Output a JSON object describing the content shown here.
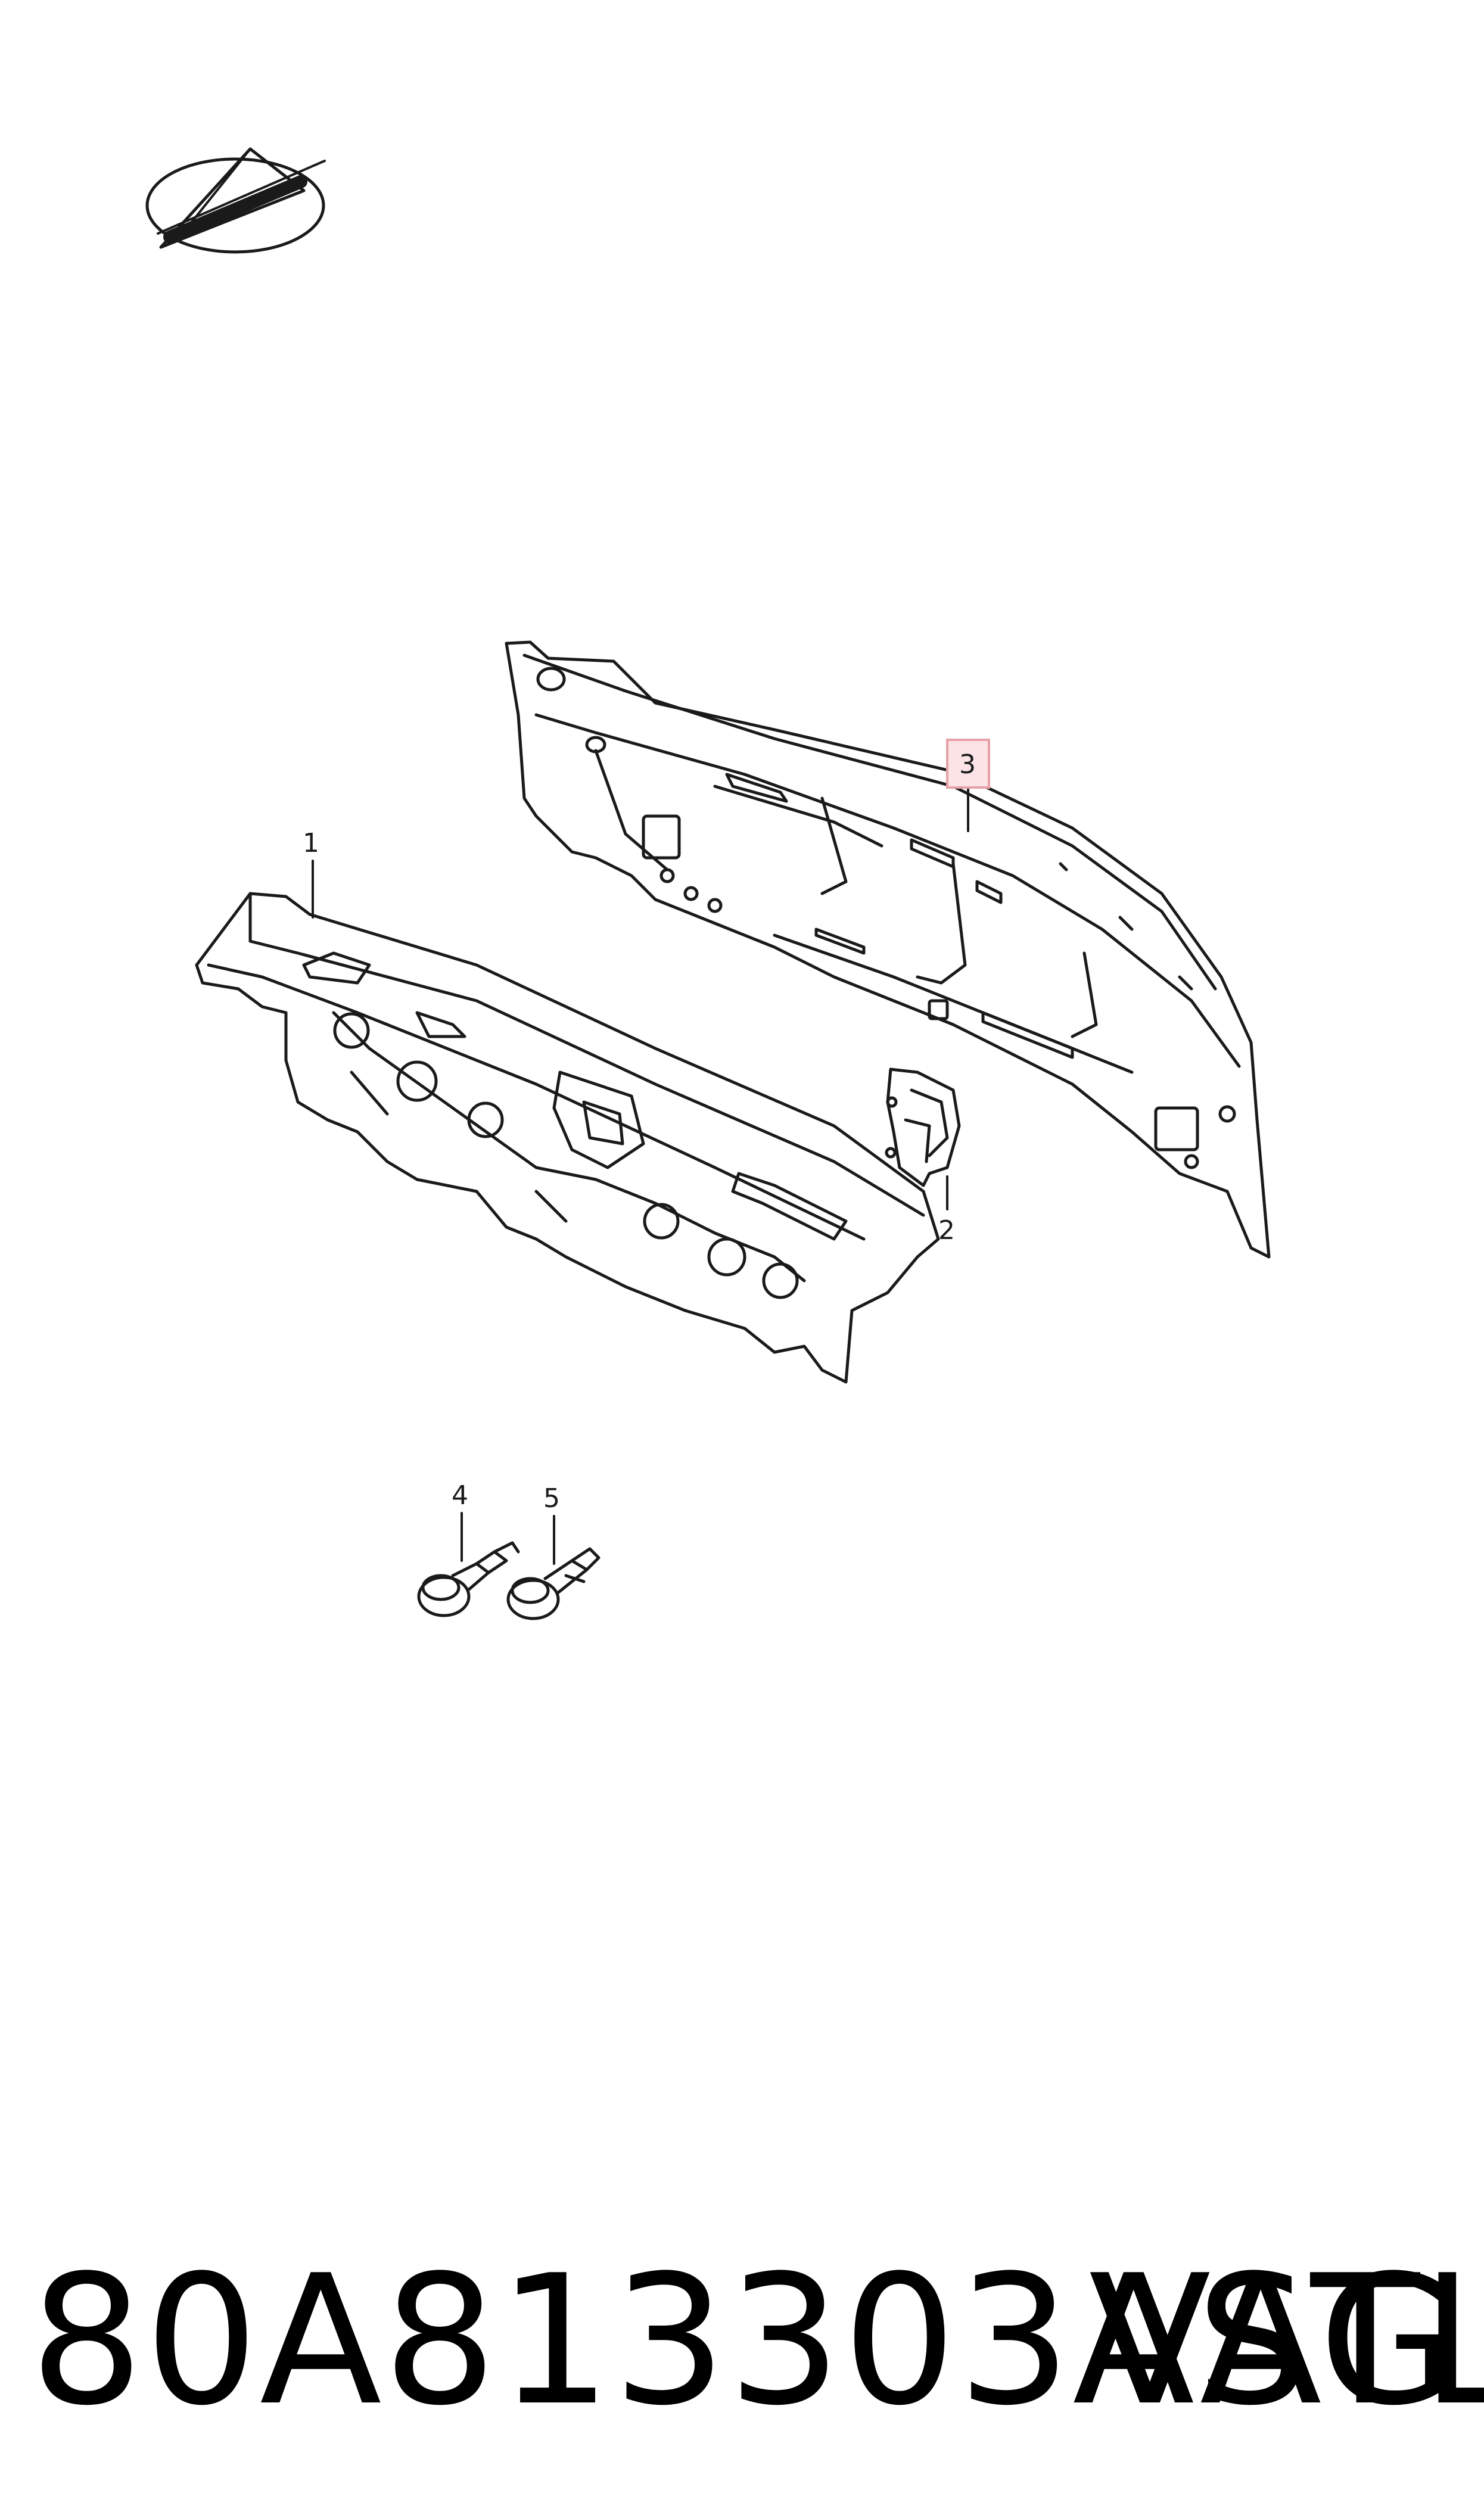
{
  "diagram": {
    "callouts": {
      "part1": "1",
      "part2": "2",
      "part3": "3",
      "part4": "4",
      "part5": "5"
    },
    "highlight_color": "#e8a0a8",
    "highlight_fill": "#fbe3e6",
    "line_color": "#1a1a1a"
  },
  "footer": {
    "part_number": "80A813303ASTL",
    "brand": "VAG"
  }
}
